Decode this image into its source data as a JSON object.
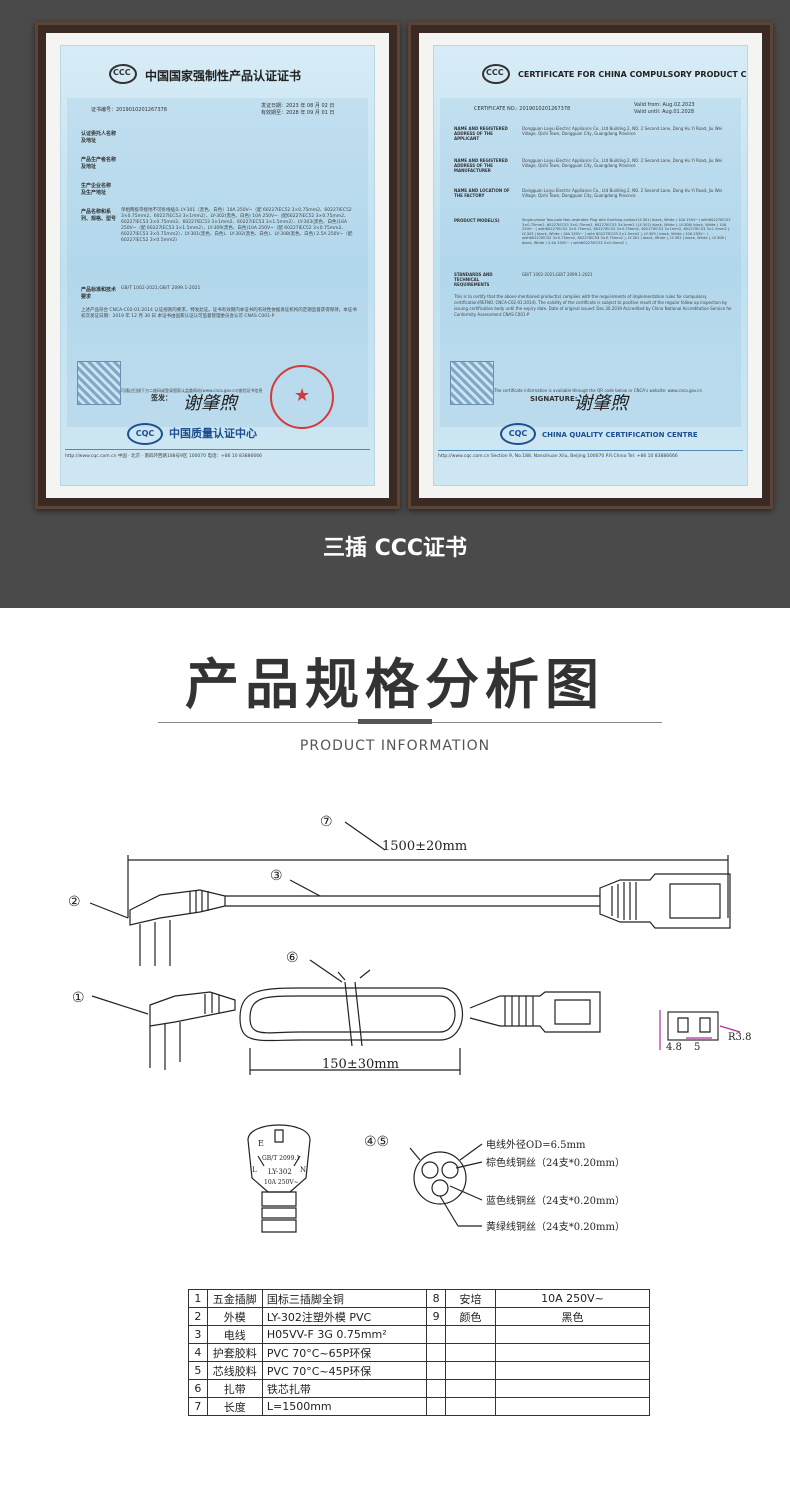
{
  "certificates": {
    "zh": {
      "title": "中国国家强制性产品认证证书",
      "cert_no": "证书编号：2019010201267378",
      "issue": "发证日期：2023 年 08 月 02 日",
      "expire": "有效期至：2028 年 09 月 01 日",
      "rows": [
        {
          "label": "认证委托人名称",
          "text": ""
        },
        {
          "label": "及地址",
          "text": ""
        },
        {
          "label": "产品生产者名称",
          "text": ""
        },
        {
          "label": "及地址",
          "text": ""
        },
        {
          "label": "生产企业名称",
          "text": ""
        },
        {
          "label": "及生产地址",
          "text": ""
        },
        {
          "label": "产品名称和系列、规格、型号",
          "text": "单相两极带接地不可拆线插头 LY-301（黑色、白色）10A 250V~（配 60227IEC52 3×0.75mm2、60227IEC52 3×0.75mm2、60227IEC53 3×1mm2）、LY-302(黑色、白色) 10A 250V~（配60227IEC52 3×0.75mm2、60227IEC53 3×0.75mm2、60227IEC53 3×1mm2、60227IEC53 3×1.5mm2）、LY-303(黑色、白色)16A 250V~（配 60227IEC53 3×1.5mm2）、LY-309(黑色、白色)10A 250V~（配 60227IEC52 3×0.75mm2、60227IEC53 3×0.75mm2）、LY-301(黑色、白色)、LY-302(黑色、白色)、LY-308(黑色、白色) 2.5A 250V~（配 60227IEC52 3×0.5mm2）"
        },
        {
          "label": "产品标准和技术要求",
          "text": "GB/T 1002-2021;GB/T 2099.1-2021"
        }
      ],
      "note": "上述产品符合 CNCA-C02-01:2014 认证规则的要求，特发此证。证书有效期内本证书的有效性依据发证机构的定期监督获得保持。本证书初次发证日期：2019 年 12 月 30 日 本证书由国家认证认可监督管理委员会认可 CNAS C001-P",
      "verify": "可通过扫描下方二维码或登录国家认监委网站(www.cnca.gov.cn)查验证书信息",
      "sign_label": "签发：",
      "signature": "谢肇煦",
      "org": "中国质量认证中心",
      "footer": "http://www.cqc.com.cn    中国 · 北京 · 南四环西路188号9区    100070    电话：+86 10 83886666"
    },
    "en": {
      "title": "CERTIFICATE FOR CHINA COMPULSORY PRODUCT CERTIFICATION",
      "cert_no": "CERTIFICATE NO.: 2019010201267378",
      "issue": "Valid from: Aug.02.2023",
      "expire": "Valid until: Aug.01.2028",
      "rows": [
        {
          "label": "NAME AND REGISTERED ADDRESS OF THE APPLICANT",
          "text": "Dongguan Laiyu Electric Appliance Co., Ltd Building 2, NO. 2 Second Lane, Dong Hu Yi Road, Jiu Wei Village, Qishi Town, Dongguan City, Guangdong Province"
        },
        {
          "label": "NAME AND REGISTERED ADDRESS OF THE MANUFACTURER",
          "text": "Dongguan Laiyu Electric Appliance Co., Ltd Building 2, NO. 2 Second Lane, Dong Hu Yi Road, Jiu Wei Village, Qishi Town, Dongguan City, Guangdong Province"
        },
        {
          "label": "NAME AND LOCATION OF THE FACTORY",
          "text": "Dongguan Laiyu Electric Appliance Co., Ltd Building 2, NO. 2 Second Lane, Dong Hu Yi Road, Jiu Wei Village, Qishi Town, Dongguan City, Guangdong Province"
        },
        {
          "label": "PRODUCT MODEL(S)",
          "text": "Single-phase Two-pole Non-rewirable Plug with Earthing contact LY-301( black, White ) 10A 250V~( with60227IEC52 3×0.75mm2, 60227IEC53 3×0.75mm2, 60227IEC53 3×1mm2 ) LY-302( black, White ), LY-308( black, White ) 10A 250V~ ( with60227IEC52 3×0.75mm2, 60227IEC53 3×0.75mm2, 60227IEC53 3×1mm2, 60227IEC53 3×1.5mm2 ), LY-303 ( black, White ) 16A 250V~ ( with 60227IEC53 3×1.5mm2 ), LY-309 ( black, White ) 10A 250V~ ( with60227IEC52 3×0.75mm2, 60227IEC53 3×0.75mm2 ), LY-301 ( black, White ), LY-302 ( black, White ), LY-308 ( black, White ) 2.5A 250V~ ( with60227IEC52 3×0.5mm2 )"
        },
        {
          "label": "STANDARDS AND TECHNICAL REQUIREMENTS",
          "text": "GB/T 1002-2021;GB/T 2099.1-2021"
        }
      ],
      "note": "This is to certify that the above mentioned product(s) complies with the requirements of implementation rules for compulsory certification(REFNO. CNCA-C02-01:2014). The validity of the certificate is subject to positive result of the regular follow up inspection by issuing certification body until the expiry date. Date of original issued: Dec.30.2019 Accredited by China National Accreditation Service for Conformity Assessment CNAS C001-P",
      "verify": "The certificate information is available through the QR code below or CNCA's website: www.cnca.gov.cn",
      "sign_label": "SIGNATURE:",
      "signature": "谢肇煦",
      "org": "CHINA QUALITY CERTIFICATION CENTRE",
      "footer": "http://www.cqc.com.cn    Section 9, No.188, Nansihuan Xilu, Beijing 100070 P.R.China    Tel: +86 10 83886666"
    },
    "caption": "三插 CCC证书"
  },
  "product": {
    "title": "产品规格分析图",
    "subtitle": "PRODUCT INFORMATION",
    "length_label": "1500±20mm",
    "bend_label": "150±30mm",
    "callouts": [
      "①",
      "②",
      "③",
      "④⑤",
      "⑥",
      "⑦"
    ],
    "plug_face": {
      "e": "E",
      "std": "GB/T 2099.1",
      "model": "LY-302",
      "rating": "10A 250V~",
      "letters": [
        "L",
        "N"
      ]
    },
    "side_dims": {
      "h": "4.8",
      "w": "5",
      "r": "R3.8"
    },
    "cross_section": [
      "电线外径OD=6.5mm",
      "棕色线铜丝（24支*0.20mm）",
      "蓝色线铜丝（24支*0.20mm）",
      "黄绿线铜丝（24支*0.20mm）"
    ]
  },
  "spec_table": {
    "left": [
      {
        "no": "1",
        "name": "五金插脚",
        "value": "国标三插脚全铜"
      },
      {
        "no": "2",
        "name": "外模",
        "value": "LY-302注塑外模 PVC"
      },
      {
        "no": "3",
        "name": "电线",
        "value": "H05VV-F 3G 0.75mm²"
      },
      {
        "no": "4",
        "name": "护套胶料",
        "value": "PVC 70°C~65P环保"
      },
      {
        "no": "5",
        "name": "芯线胶料",
        "value": "PVC 70°C~45P环保"
      },
      {
        "no": "6",
        "name": "扎带",
        "value": "铁芯扎带"
      },
      {
        "no": "7",
        "name": "长度",
        "value": "L=1500mm"
      }
    ],
    "right": [
      {
        "no": "8",
        "name": "安培",
        "value": "10A 250V~"
      },
      {
        "no": "9",
        "name": "颜色",
        "value": "黑色"
      }
    ]
  }
}
